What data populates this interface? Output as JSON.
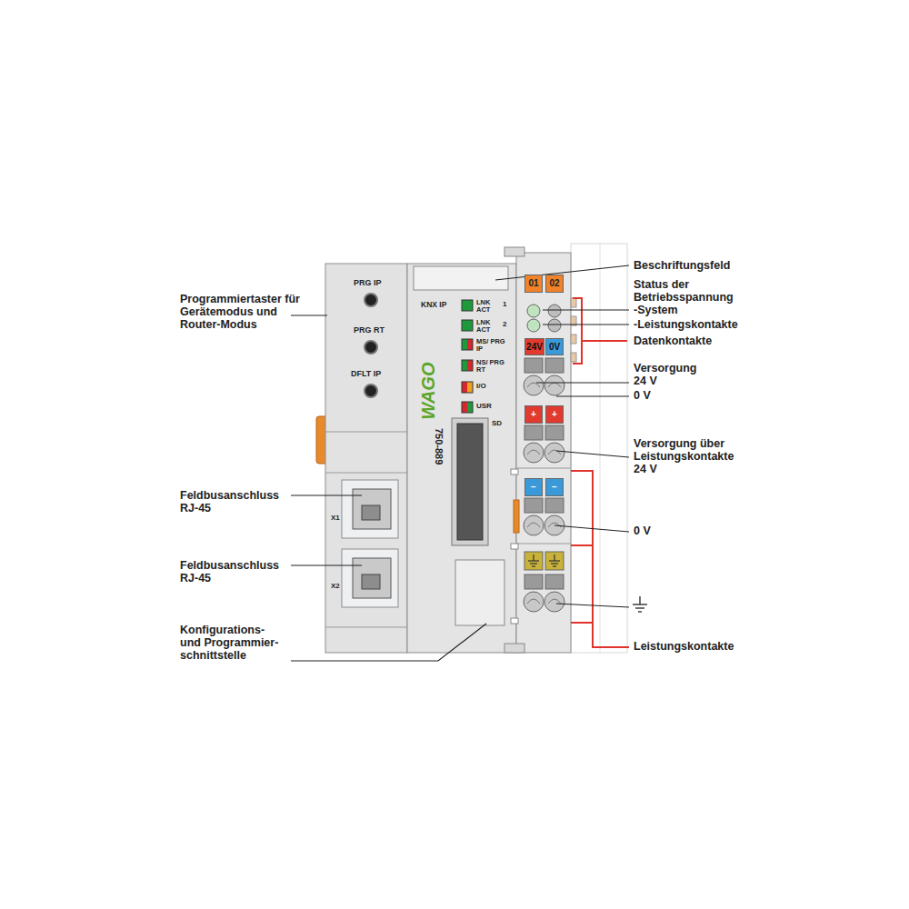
{
  "diagram": {
    "nodes": [
      {
        "text": [
          "01"
        ]
      },
      {
        "text": [
          "02"
        ]
      },
      {
        "text": [
          "24V"
        ]
      },
      {
        "text": [
          "0V"
        ]
      },
      {
        "text": [
          "+"
        ]
      },
      {
        "text": [
          "+"
        ]
      },
      {
        "text": [
          "−"
        ]
      },
      {
        "text": [
          "−"
        ]
      }
    ],
    "labels": [
      "Programmiertaster für Gerätemodus und Router-Modus",
      "Feldbusanschluss RJ-45",
      "Feldbusanschluss RJ-45",
      "Konfigurations- und Programmier- schnittstelle",
      "PRG IP",
      "PRG RT",
      "DFLT IP",
      "X1",
      "X2",
      "KNX IP",
      "WAGO",
      "750-889",
      "LNK ACT",
      "1",
      "LNK ACT",
      "2",
      "MS/ PRG IP",
      "NS/ PRG RT",
      "I/O",
      "USR",
      "SD",
      "Beschriftungsfeld",
      "Status der Betriebsspannung",
      "-System",
      "-Leistungskontakte",
      "Datenkontakte",
      "Versorgung 24 V",
      "0 V",
      "Versorgung über Leistungskontakte 24 V",
      "0 V",
      "Leistungskontakte"
    ]
  }
}
